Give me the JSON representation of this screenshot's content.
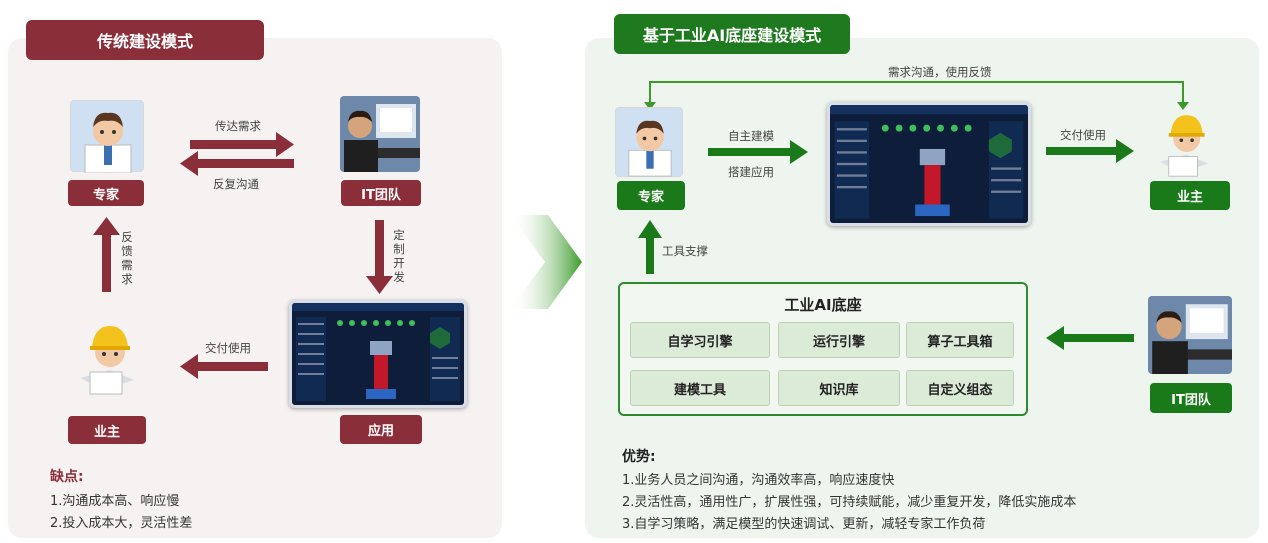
{
  "traditional": {
    "title": "传统建设模式",
    "expert_label": "专家",
    "it_label": "IT团队",
    "owner_label": "业主",
    "app_label": "应用",
    "convey_requirements": "传达需求",
    "repeat_communication": "反复沟通",
    "custom_dev": "定制开发",
    "feedback_requirements": "反馈需求",
    "deliver_use": "交付使用",
    "cons_title": "缺点:",
    "cons": [
      "1.沟通成本高、响应慢",
      "2.投入成本大，灵活性差"
    ]
  },
  "ai_platform": {
    "title": "基于工业AI底座建设模式",
    "feedback_loop": "需求沟通，使用反馈",
    "expert_label": "专家",
    "self_build": "自主建模",
    "build_app": "搭建应用",
    "deliver_use": "交付使用",
    "owner_label": "业主",
    "tool_support": "工具支撑",
    "platform_title": "工业AI底座",
    "modules": [
      "自学习引擎",
      "运行引擎",
      "算子工具箱",
      "建模工具",
      "知识库",
      "自定义组态"
    ],
    "it_label": "IT团队",
    "pros_title": "优势:",
    "pros": [
      "1.业务人员之间沟通，沟通效率高，响应速度快",
      "2.灵活性高，通用性广，扩展性强，可持续赋能，减少重复开发，降低实施成本",
      "3.自学习策略，满足模型的快速调试、更新，减轻专家工作负荷"
    ]
  },
  "colors": {
    "red": "#8a2e3a",
    "green": "#1a7a1a",
    "arrow_green": "#3a9a2a"
  }
}
